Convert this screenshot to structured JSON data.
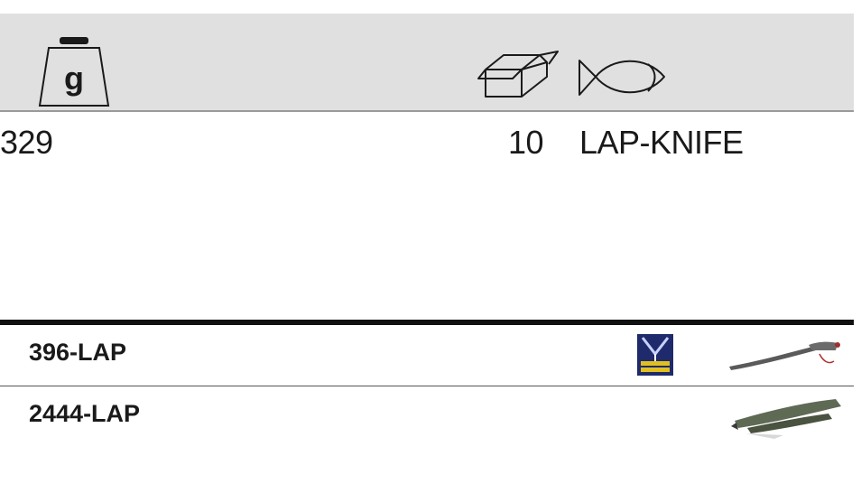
{
  "header": {
    "weight_icon_letter": "g",
    "icons": [
      "weight-icon",
      "box-icon",
      "fish-icon"
    ]
  },
  "info": {
    "weight": "329",
    "pack_quantity": "10",
    "product_name": "LAP-KNIFE"
  },
  "items": [
    {
      "code": "396-LAP",
      "badge_icon": "hard-point-badge-icon",
      "thumbnail": "folding-saw-thumbnail"
    },
    {
      "code": "2444-LAP",
      "thumbnail": "knife-thumbnail"
    }
  ],
  "colors": {
    "header_band": "#e0e0e0",
    "text": "#1a1a1a",
    "rule": "#111111",
    "badge_bg": "#1e2a6b",
    "badge_accent": "#e0c020"
  }
}
